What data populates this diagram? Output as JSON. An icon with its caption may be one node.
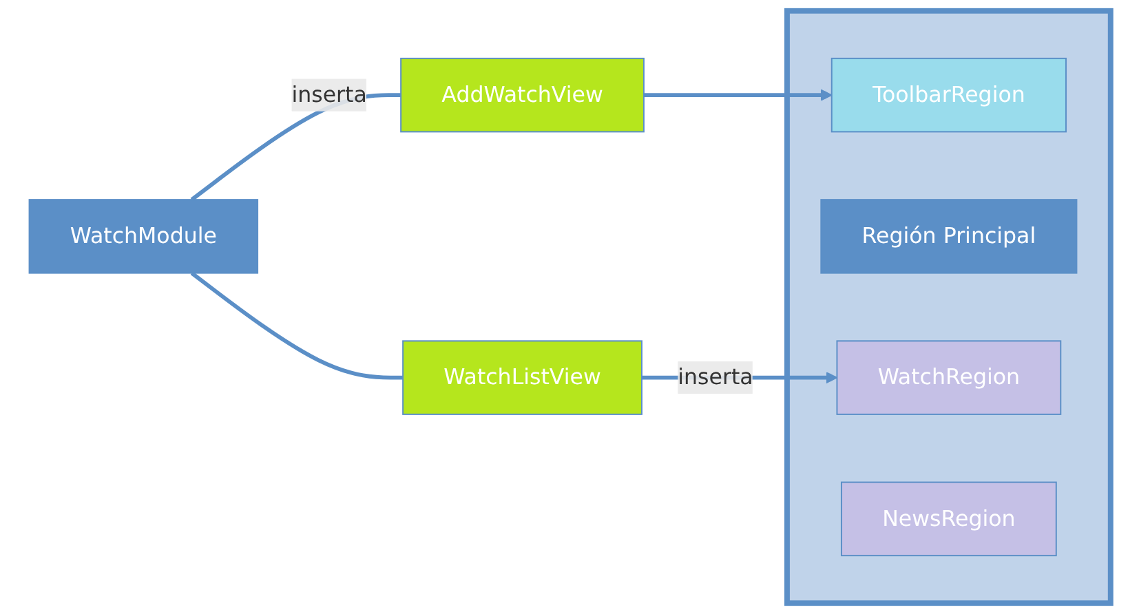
{
  "diagram": {
    "nodes": [
      {
        "text": [
          "AddWatchView"
        ]
      },
      {
        "text": [
          "WatchModule"
        ]
      },
      {
        "text": [
          "WatchListView"
        ]
      },
      {
        "text": [],
        "shape": "box"
      },
      {
        "text": [
          "ToolbarRegion"
        ],
        "in": 3
      },
      {
        "text": [
          "Región Principal"
        ],
        "in": 3
      },
      {
        "text": [
          "WatchRegion"
        ],
        "in": 3
      },
      {
        "text": [
          "NewsRegion"
        ],
        "in": 3
      }
    ],
    "edges": [
      {
        "from": 1,
        "to": 0,
        "arrow": "none",
        "label": "inserta"
      },
      {
        "from": 0,
        "to": 4,
        "arrow": "to"
      },
      {
        "from": 1,
        "to": 2,
        "arrow": "none"
      },
      {
        "from": 2,
        "to": 6,
        "arrow": "to",
        "label": "inserta"
      }
    ]
  }
}
